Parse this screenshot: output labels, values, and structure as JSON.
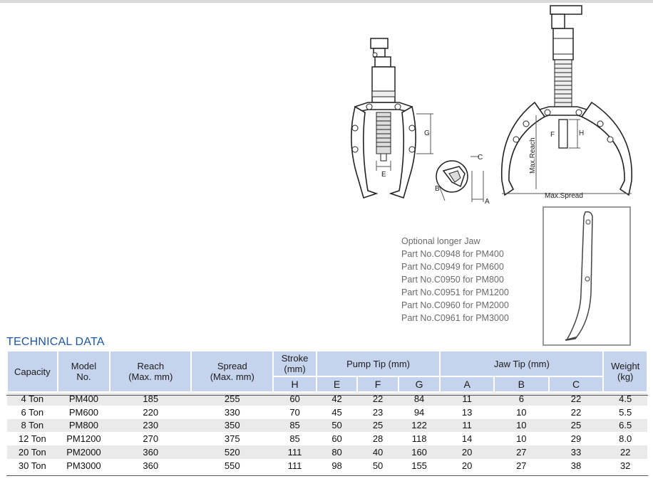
{
  "optional_jaw": {
    "lines": [
      "Optional longer Jaw",
      "Part No.C0948 for PM400",
      "Part No.C0949 for PM600",
      "Part No.C0950 for PM800",
      "Part No.C0951 for PM1200",
      "Part No.C0960 for PM2000",
      "Part No.C0961 for PM3000"
    ]
  },
  "diagram_labels": {
    "g": "G",
    "e": "E",
    "a": "A",
    "b": "B",
    "c": "C",
    "h": "H",
    "f": "F",
    "max_reach": "Max.Reach",
    "max_spread": "Max.Spread"
  },
  "section_title": "TECHNICAL DATA",
  "table": {
    "headers": {
      "capacity": "Capacity",
      "model_line1": "Model",
      "model_line2": "No.",
      "reach_line1": "Reach",
      "reach_line2": "(Max. mm)",
      "spread_line1": "Spread",
      "spread_line2": "(Max. mm)",
      "stroke_line1": "Stroke",
      "stroke_line2": "(mm)",
      "pump_tip": "Pump Tip (mm)",
      "jaw_tip": "Jaw Tip (mm)",
      "weight_line1": "Weight",
      "weight_line2": "(kg)",
      "h": "H",
      "e": "E",
      "f": "F",
      "g": "G",
      "a": "A",
      "b": "B",
      "c": "C"
    },
    "rows": [
      [
        "4 Ton",
        "PM400",
        "185",
        "255",
        "60",
        "42",
        "22",
        "84",
        "11",
        "6",
        "22",
        "4.5"
      ],
      [
        "6 Ton",
        "PM600",
        "220",
        "330",
        "70",
        "45",
        "23",
        "94",
        "13",
        "10",
        "22",
        "5.5"
      ],
      [
        "8 Ton",
        "PM800",
        "230",
        "350",
        "85",
        "50",
        "25",
        "122",
        "11",
        "10",
        "25",
        "6.5"
      ],
      [
        "12 Ton",
        "PM1200",
        "270",
        "375",
        "85",
        "60",
        "28",
        "118",
        "14",
        "10",
        "29",
        "8.0"
      ],
      [
        "20 Ton",
        "PM2000",
        "360",
        "520",
        "111",
        "80",
        "40",
        "160",
        "20",
        "27",
        "33",
        "22"
      ],
      [
        "30 Ton",
        "PM3000",
        "360",
        "550",
        "111",
        "98",
        "50",
        "155",
        "20",
        "27",
        "38",
        "32"
      ]
    ]
  },
  "colors": {
    "title_blue": "#1c56a6",
    "header_bg": "#c6d3ed",
    "row_alt_bg": "#eaeaea"
  }
}
